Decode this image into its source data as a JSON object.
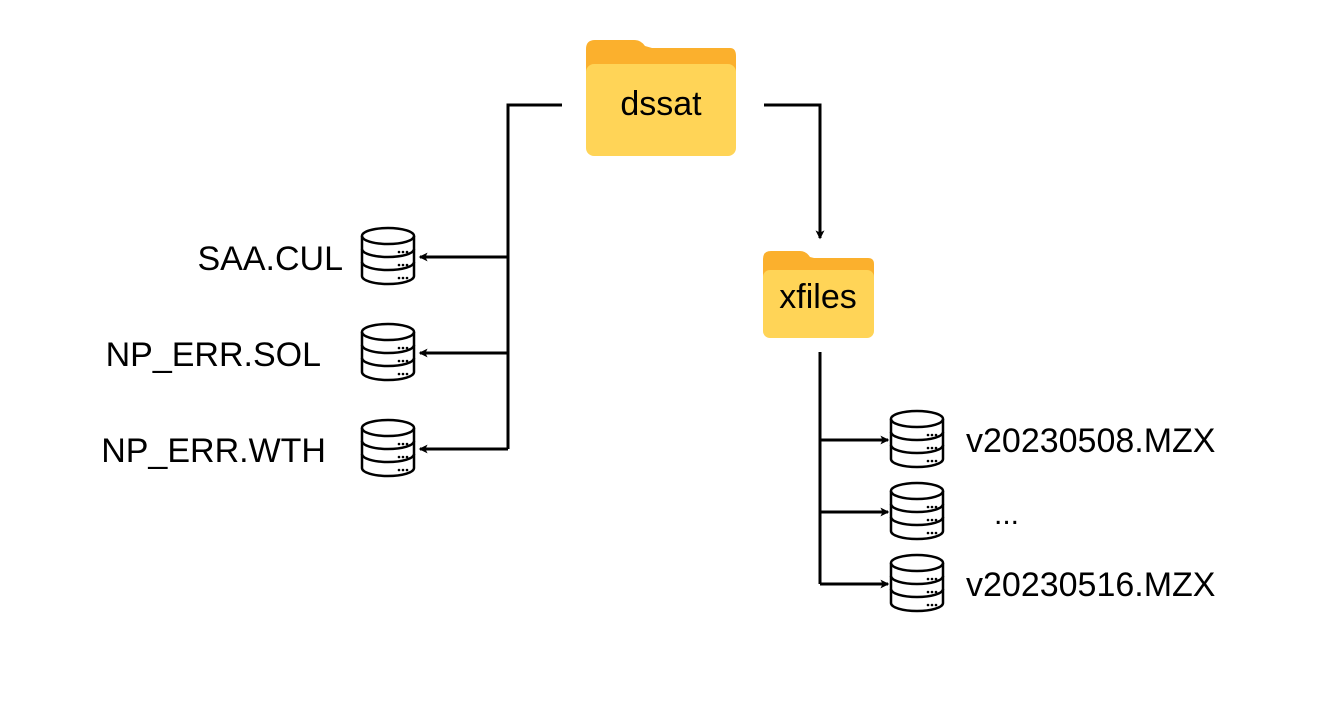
{
  "colors": {
    "folder_body": "#FFD457",
    "folder_tab": "#FBB02D",
    "line": "#000000",
    "background": "#FFFFFF"
  },
  "folders": {
    "root": {
      "label": "dssat",
      "icon": "folder-icon"
    },
    "sub": {
      "label": "xfiles",
      "icon": "folder-icon"
    }
  },
  "root_files": [
    {
      "label": "SAA.CUL",
      "icon": "database-icon"
    },
    {
      "label": "NP_ERR.SOL",
      "icon": "database-icon"
    },
    {
      "label": "NP_ERR.WTH",
      "icon": "database-icon"
    }
  ],
  "xfiles": [
    {
      "label": "v20230508.MZX",
      "icon": "database-icon"
    },
    {
      "label": "...",
      "icon": "database-icon"
    },
    {
      "label": "v20230516.MZX",
      "icon": "database-icon"
    }
  ]
}
